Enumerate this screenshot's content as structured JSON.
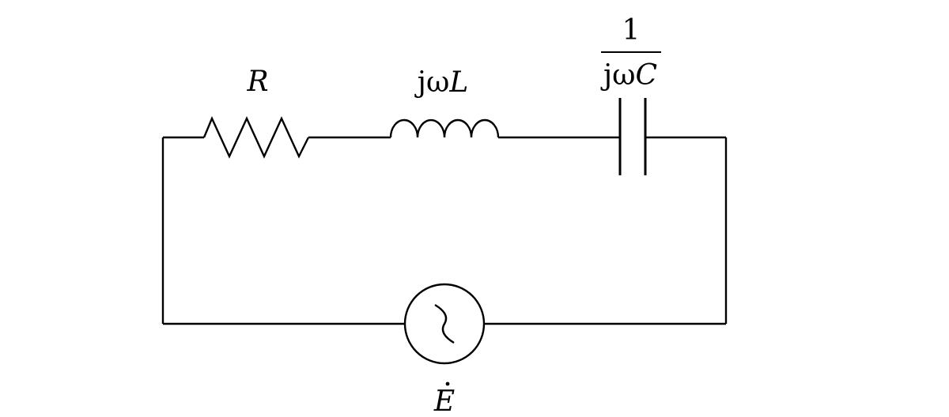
{
  "components": {
    "resistor": {
      "label": "R"
    },
    "inductor": {
      "label_prefix": "jω",
      "label_var": "L"
    },
    "capacitor": {
      "numerator": "1",
      "denominator_prefix": "jω",
      "denominator_var": "C"
    },
    "source": {
      "label": "E"
    }
  }
}
